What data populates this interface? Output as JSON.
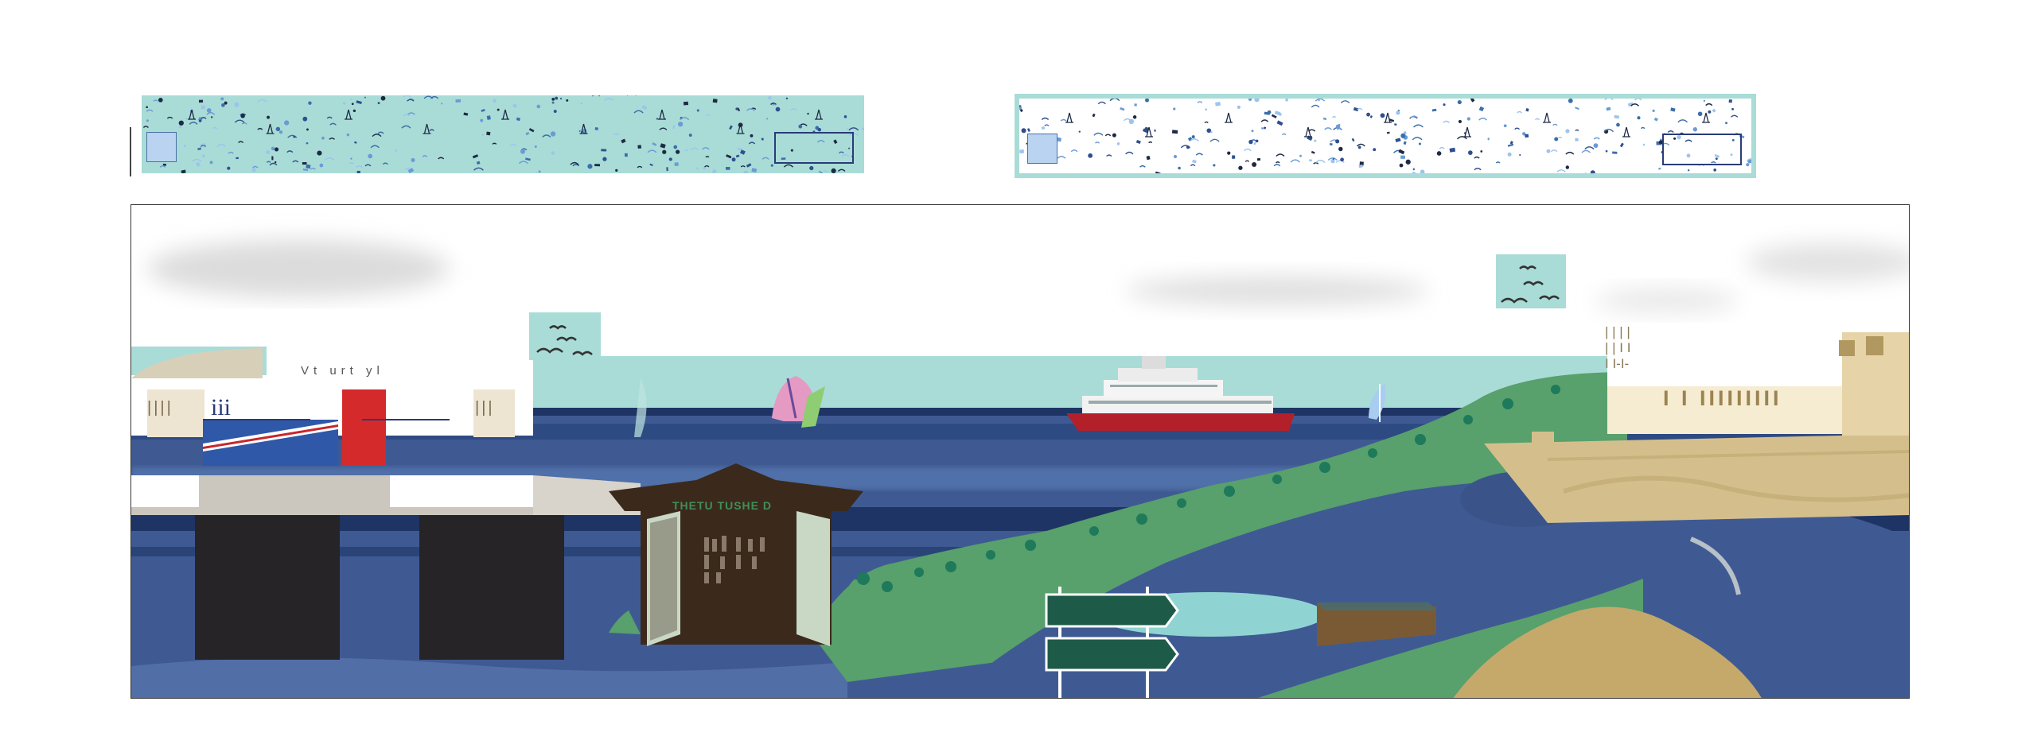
{
  "strips": {
    "left": {
      "pattern": "nautical-doodle-pattern",
      "background": "#a9dcd6"
    },
    "right": {
      "pattern": "nautical-doodle-pattern",
      "background": "#ffffff",
      "border": "#a9dcd6"
    }
  },
  "scene": {
    "banner_text": "Vt   urt     yl",
    "left_label": "iii",
    "left_bar_marks": "||||",
    "right_bar_marks": "|||",
    "hut_sign": "THETU TUSHE D",
    "castle_numbers": "I  I  IIIIIIIII",
    "tower_marks": "| | | |\n| | I I\nI I-I-",
    "icons": [
      "flag-icon",
      "ferry-icon",
      "hot-air-balloon-icon",
      "sailboat-icon",
      "signpost-icon",
      "seagull-icon",
      "hut-icon",
      "castle-icon"
    ],
    "colors": {
      "sea": "#3f5a93",
      "sea_dark": "#1e3464",
      "sky_band": "#a9dcd6",
      "land_green": "#58a06c",
      "sand": "#d4bf8c",
      "ferry_red": "#b3202a",
      "sign_green": "#1e5a48",
      "hut_brown": "#3b2a1c"
    }
  }
}
